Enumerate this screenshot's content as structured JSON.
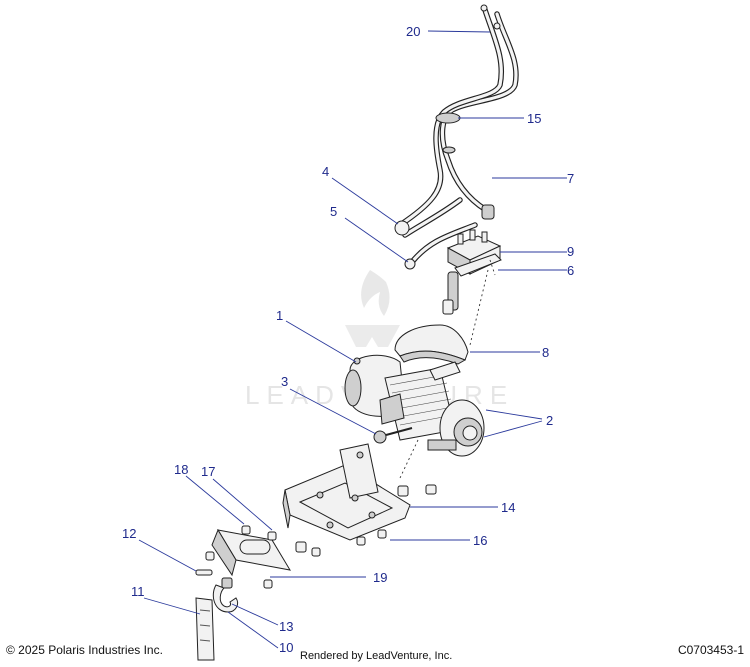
{
  "watermark": {
    "text": "LEADVENTURE"
  },
  "callouts": [
    {
      "id": "20",
      "label": "20"
    },
    {
      "id": "15",
      "label": "15"
    },
    {
      "id": "7",
      "label": "7"
    },
    {
      "id": "4",
      "label": "4"
    },
    {
      "id": "5",
      "label": "5"
    },
    {
      "id": "9",
      "label": "9"
    },
    {
      "id": "6",
      "label": "6"
    },
    {
      "id": "1",
      "label": "1"
    },
    {
      "id": "8",
      "label": "8"
    },
    {
      "id": "3",
      "label": "3"
    },
    {
      "id": "2",
      "label": "2"
    },
    {
      "id": "18",
      "label": "18"
    },
    {
      "id": "17",
      "label": "17"
    },
    {
      "id": "14",
      "label": "14"
    },
    {
      "id": "12",
      "label": "12"
    },
    {
      "id": "16",
      "label": "16"
    },
    {
      "id": "19",
      "label": "19"
    },
    {
      "id": "11",
      "label": "11"
    },
    {
      "id": "13",
      "label": "13"
    },
    {
      "id": "10",
      "label": "10"
    }
  ],
  "footer": {
    "copyright": "© 2025 Polaris Industries Inc.",
    "rendered_by": "Rendered by LeadVenture, Inc.",
    "diagram_id": "C0703453-1"
  },
  "colors": {
    "callout": "#1f2a8c",
    "leader": "#2b3a9c",
    "line_art": "#222222"
  }
}
